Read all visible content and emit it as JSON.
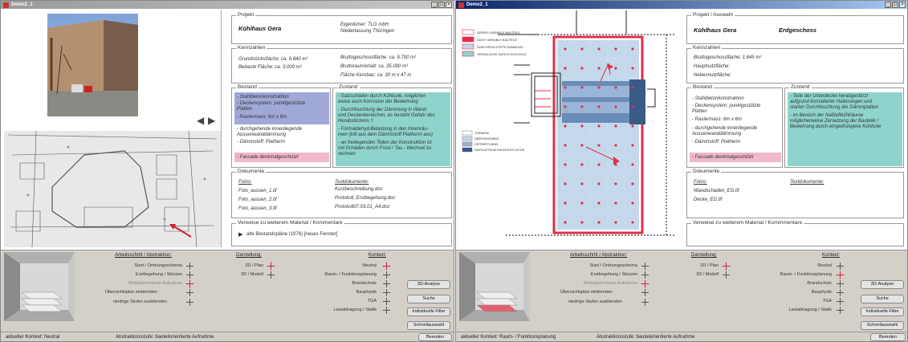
{
  "window1": {
    "title": "Demo2_1",
    "left_arrow": "◀",
    "right_arrow": "▶",
    "projekt": {
      "legend": "Projekt",
      "name": "Kühlhaus Gera",
      "owner1": "Eigentümer: TLG mbH",
      "owner2": "Niederlassung Thüringen"
    },
    "kennzahlen": {
      "legend": "Kennzahlen",
      "l1": "Grundstücksfläche: ca. 9.840 m²",
      "l2": "Bebaute Fläche: ca. 3.000 m²",
      "r1": "Bruttogeschossfläche: ca. 9.700 m²",
      "r2": "Bruttorauminhalt: ca. 35.000 m³",
      "r3": "Fläche Kernbau: ca. 30 m x 47 m"
    },
    "bestand": {
      "legend": "Bestand",
      "items": [
        "- Stahlbetonkonstruktion",
        "- Deckensystem: punktgestützte",
        "Platten",
        "- Rastermass: 6m x 6m",
        "- durchgehende innenliegende",
        "Aussenwanddämmung",
        "- Dämmstoff: Platherm"
      ],
      "pink": "- Fassade denkmalgeschützt"
    },
    "zustand": {
      "legend": "Zustand",
      "items": [
        "- Salzschäden durch Kühlsole, möglicher-",
        "weise auch Korrosion der Bewehrung",
        "- Durchfeuchtung der Dämmung in Wand-",
        "und Deckenbereichen, es besteht Gefahr des",
        "Herabstürzens !!",
        "- Formaldehyd-Belastung in den Innenräu-",
        "men (tritt aus dem Dämmstoff Platherm aus)",
        "- an freiliegenden Teilen der Konstruktion ist",
        "mit Schäden durch Frost / Tau - Wechsel zu",
        "rechnen"
      ]
    },
    "dokumente": {
      "legend": "Dokumente",
      "fotos_h": "Fotos:",
      "fotos": [
        "Foto_aussen_1.tif",
        "Foto_aussen_2.tif",
        "Foto_aussen_3.tif"
      ],
      "text_h": "Textdokumente:",
      "texts": [
        "Kurzbeschreibung.doc",
        "Protokoll_Erstbegehung.doc",
        "Protokoll07.03.01_A4.doc"
      ]
    },
    "verweise": {
      "legend": "Verweise zu weiterem Material / Kommentare",
      "item": "alte Bestandspläne (1976) [neues Fenster]"
    },
    "status": {
      "kontext": "aktueller Kontext: Neutral",
      "stufe": "Abstraktionsstufe: bauteilorientierte Aufnahme"
    }
  },
  "window2": {
    "title": "Demo2_1",
    "projekt": {
      "legend": "Projekt / Auswahl",
      "name": "Kühlhaus Gera",
      "floor": "Erdgeschoss"
    },
    "kennzahlen": {
      "legend": "Kennzahlen",
      "l1": "Bruttogeschossfläche: 1.645 m²",
      "l2": "Hauptnutzfläche:",
      "l3": "Nebennutzfläche:"
    },
    "bestand": {
      "legend": "Bestand",
      "items": [
        "- Stahlbetonkonstruktion",
        "- Deckensystem: punktgestützte",
        "Platten",
        "- Rastermass: 6m x 6m",
        "- durchgehende innenliegende",
        "Aussenwanddämmung",
        "- Dämmstoff: Platherm"
      ],
      "pink": "- Fassade denkmalgeschützt"
    },
    "zustand": {
      "legend": "Zustand",
      "items": [
        "- Teile der Unterdecke herabgestürzt",
        "aufgrund korrodierter Halterungen und",
        "starker Durchfeuchtung der Dämmplatten",
        "- im Bereich der Naßluftkühlräume",
        "möglicherweise Zersetzung der Bauteile /",
        "Bewehrung durch eingedrungene Kühlsole"
      ]
    },
    "dokumente": {
      "legend": "Dokumente",
      "fotos_h": "Fotos:",
      "fotos": [
        "Wandschaden_EG.tif",
        "Decke_EG.tif"
      ],
      "text_h": "Textdokumente:"
    },
    "verweise": {
      "legend": "Verweise zu weiterem Material / Kommmentare"
    },
    "plan_legend_top": [
      "GERING VARIABLE BAUTEILE",
      "NICHT VARIABLE BAUTEILE",
      "DURCHFEUCHTETE DÄMMUNG",
      "VERSALZUNG DURCH KÜHLSOLE"
    ],
    "plan_legend_bottom": [
      "TORBAUM",
      "ÜBERGANGSBAU",
      "GEFRIERTUNNEL",
      "NASSLUFTKÜHLRAUMVENTILATION"
    ],
    "status": {
      "kontext": "aktueller Kontext: Raum- / Funktionsplanung",
      "stufe": "Abstraktionsstufe: bauteilorientierte Aufnahme"
    }
  },
  "controls": {
    "abstr_h": "Arbeitsschritt / Abstraktion:",
    "abstr": [
      "Start / Ordnungsschema",
      "Erstbegehung / Skizzen",
      "Modellorientierte Aufnahme"
    ],
    "uebersicht": "Übersichtsplan einblenden",
    "niedrige": "niedrige Stufen ausblenden",
    "darst_h": "Darstellung:",
    "darst": [
      "2D / Plan",
      "3D / Modell"
    ],
    "kontext_h": "Kontext:",
    "kontext": [
      "Neutral",
      "Raum- / Funktionsplanung",
      "Brandschutz",
      "Bauphysik",
      "TGA",
      "Lastabtragung / Statik"
    ],
    "btn_3d": "3D-Analyse",
    "btn_suche": "Suche",
    "btn_filter": "Individuelle Filter",
    "btn_schnell": "Schnellauswahl",
    "beenden": "Beenden"
  },
  "colors": {
    "blue_box": "#9fa8d6",
    "teal_box": "#8fd4cc",
    "pink_box": "#f0b8c8",
    "plan_red": "#e0304a",
    "plan_blue": "#9ab4d8"
  }
}
